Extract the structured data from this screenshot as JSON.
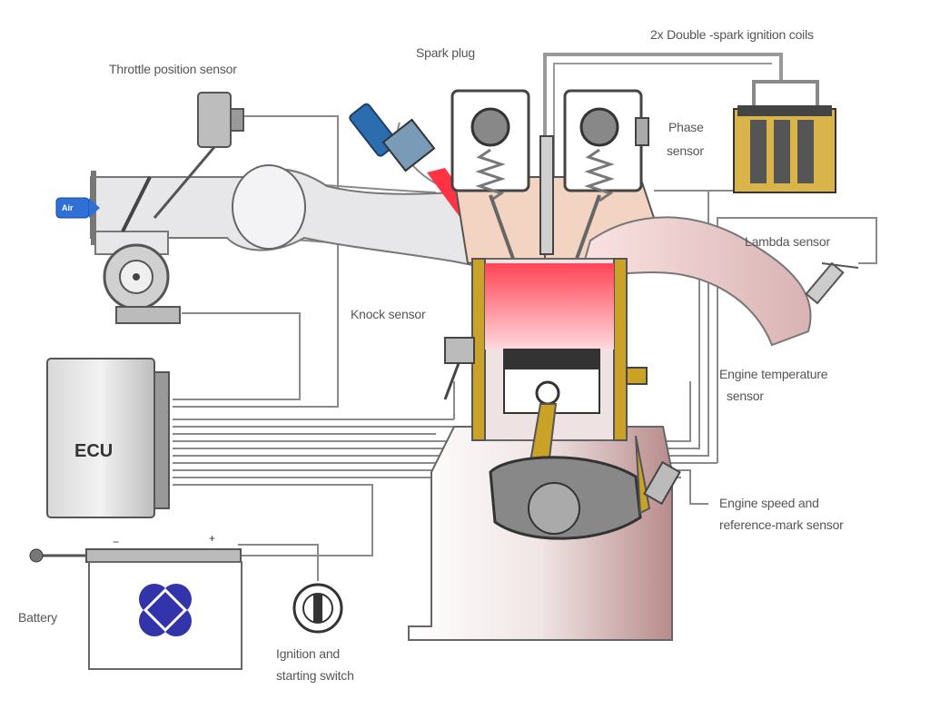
{
  "labels": {
    "throttle_position_sensor": "Throttle position sensor",
    "spark_plug": "Spark plug",
    "ignition_coils": "2x Double -spark ignition coils",
    "phase_sensor_line1": "Phase",
    "phase_sensor_line2": "sensor",
    "lambda_sensor": "Lambda sensor",
    "knock_sensor": "Knock sensor",
    "engine_temp_line1": "Engine temperature",
    "engine_temp_line2": "sensor",
    "engine_speed_line1": "Engine speed and",
    "engine_speed_line2": "reference-mark sensor",
    "battery": "Battery",
    "ignition_switch_line1": "Ignition and",
    "ignition_switch_line2": "starting switch",
    "ecu": "ECU",
    "air": "Air",
    "battery_plus": "+",
    "battery_minus": "−"
  },
  "colors": {
    "background": "#ffffff",
    "wire": "#8a8a8a",
    "intake": "#e8e8ea",
    "combustion": "#ff5566",
    "engine_block": "#efe2e2",
    "cylinder_wall": "#c9a227",
    "air_badge": "#2f6fd6",
    "battery_logo": "#3333aa"
  }
}
